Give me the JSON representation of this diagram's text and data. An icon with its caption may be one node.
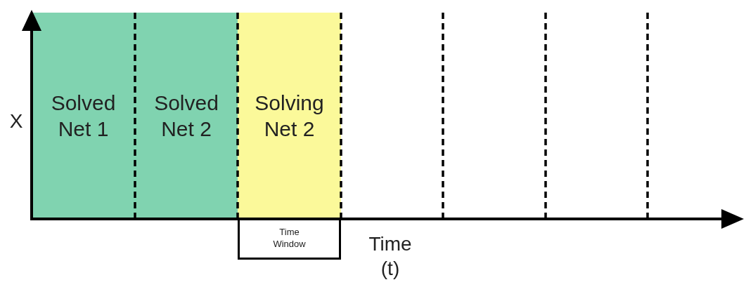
{
  "diagram": {
    "nodes": [
      {
        "text": [
          "Solved Net 1"
        ]
      },
      {
        "text": [
          "Solved Net 2"
        ]
      },
      {
        "text": [
          "Solving Net 2"
        ]
      },
      {
        "text": [
          "Time Window"
        ]
      }
    ],
    "labels": [
      "X",
      "Time (t)"
    ]
  }
}
